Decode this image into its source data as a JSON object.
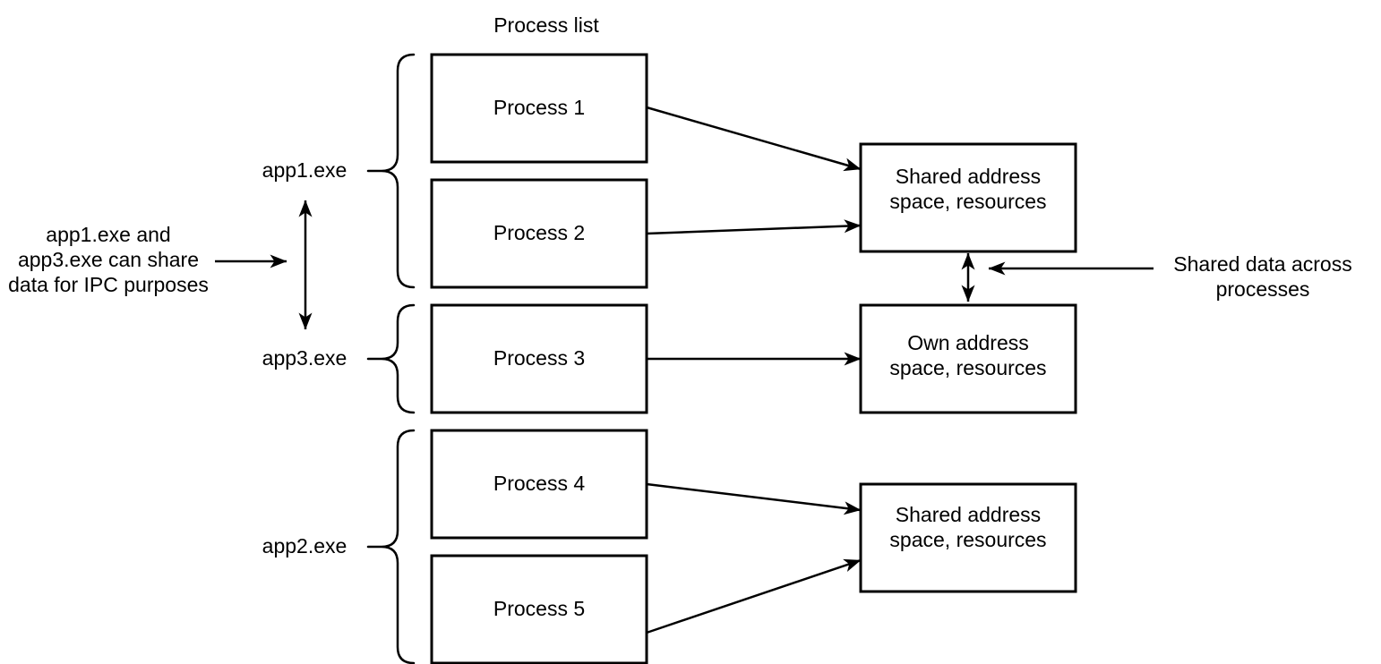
{
  "diagram": {
    "title": "Process list",
    "processes": [
      {
        "id": "process-1",
        "label": "Process 1"
      },
      {
        "id": "process-2",
        "label": "Process 2"
      },
      {
        "id": "process-3",
        "label": "Process 3"
      },
      {
        "id": "process-4",
        "label": "Process 4"
      },
      {
        "id": "process-5",
        "label": "Process 5"
      }
    ],
    "groups": [
      {
        "id": "app1",
        "label": "app1.exe",
        "spans": [
          "process-1",
          "process-2"
        ]
      },
      {
        "id": "app3",
        "label": "app3.exe",
        "spans": [
          "process-3"
        ]
      },
      {
        "id": "app2",
        "label": "app2.exe",
        "spans": [
          "process-4",
          "process-5"
        ]
      }
    ],
    "resources": [
      {
        "id": "shared-top",
        "lines": [
          "Shared address",
          "space, resources"
        ]
      },
      {
        "id": "own",
        "lines": [
          "Own address",
          "space, resources"
        ]
      },
      {
        "id": "shared-bottom",
        "lines": [
          "Shared address",
          "space, resources"
        ]
      }
    ],
    "edges": [
      {
        "from": "process-1",
        "to": "shared-top",
        "bidirectional": false
      },
      {
        "from": "process-2",
        "to": "shared-top",
        "bidirectional": false
      },
      {
        "from": "process-3",
        "to": "own",
        "bidirectional": false
      },
      {
        "from": "process-4",
        "to": "shared-bottom",
        "bidirectional": false
      },
      {
        "from": "process-5",
        "to": "shared-bottom",
        "bidirectional": false
      },
      {
        "from": "shared-top",
        "to": "own",
        "bidirectional": true
      },
      {
        "from": "app1",
        "to": "app3",
        "bidirectional": true
      }
    ],
    "annotations": {
      "ipc_note": {
        "lines": [
          "app1.exe and",
          "app3.exe can share",
          "data for IPC purposes"
        ]
      },
      "shared_note": {
        "lines": [
          "Shared data across",
          "processes"
        ]
      }
    },
    "colors": {
      "stroke": "#000000",
      "fill": "#ffffff",
      "text": "#000000"
    }
  }
}
